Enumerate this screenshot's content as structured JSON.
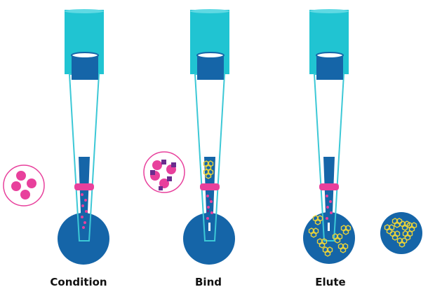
{
  "steps": [
    {
      "id": "condition",
      "label": "Condition"
    },
    {
      "id": "bind",
      "label": "Bind"
    },
    {
      "id": "elute",
      "label": "Elute"
    }
  ],
  "colors": {
    "tip_cyan": "#20c4d2",
    "tip_outline": "#3cc8d6",
    "plunger_blue": "#1565a8",
    "bead_magenta": "#e8409c",
    "analyte_purple": "#6a2c8e",
    "eluate_yellow": "#e8d23a",
    "well_blue": "#1565a8"
  }
}
